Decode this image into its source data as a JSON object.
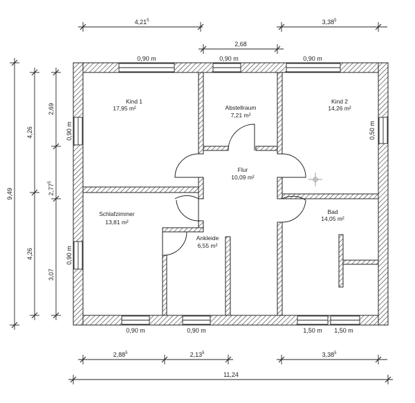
{
  "rooms": [
    {
      "name": "Kind 1",
      "area": "17,95 m²"
    },
    {
      "name": "Abstellraum",
      "area": "7,21 m²"
    },
    {
      "name": "Kind 2",
      "area": "14,26 m²"
    },
    {
      "name": "Flur",
      "area": "10,09 m²"
    },
    {
      "name": "Schlafzimmer",
      "area": "13,81 m²"
    },
    {
      "name": "Ankleide",
      "area": "6,55 m²"
    },
    {
      "name": "Bad",
      "area": "14,05 m²"
    }
  ],
  "dims_top": {
    "left": "4,21",
    "left_sup": "5",
    "right": "3,38",
    "right_sup": "5",
    "middle": "2,68"
  },
  "windows_top": [
    "0,90 m",
    "0,90 m",
    "0,90 m"
  ],
  "windows_left": [
    "0,90 m",
    "0,90 m"
  ],
  "windows_right": [
    "0,50 m"
  ],
  "windows_bottom": [
    "0,90 m",
    "0,90 m",
    "1,50 m",
    "1,50 m"
  ],
  "dims_left": {
    "total": "9,49",
    "upper": "4,26",
    "lower": "4,26",
    "a": "2,69",
    "b": "2,77",
    "b_sup": "5",
    "c": "3,07"
  },
  "dims_bottom": {
    "a": "2,88",
    "a_sup": "5",
    "b": "2,13",
    "b_sup": "5",
    "c": "3,38",
    "c_sup": "5",
    "total": "11,24"
  }
}
